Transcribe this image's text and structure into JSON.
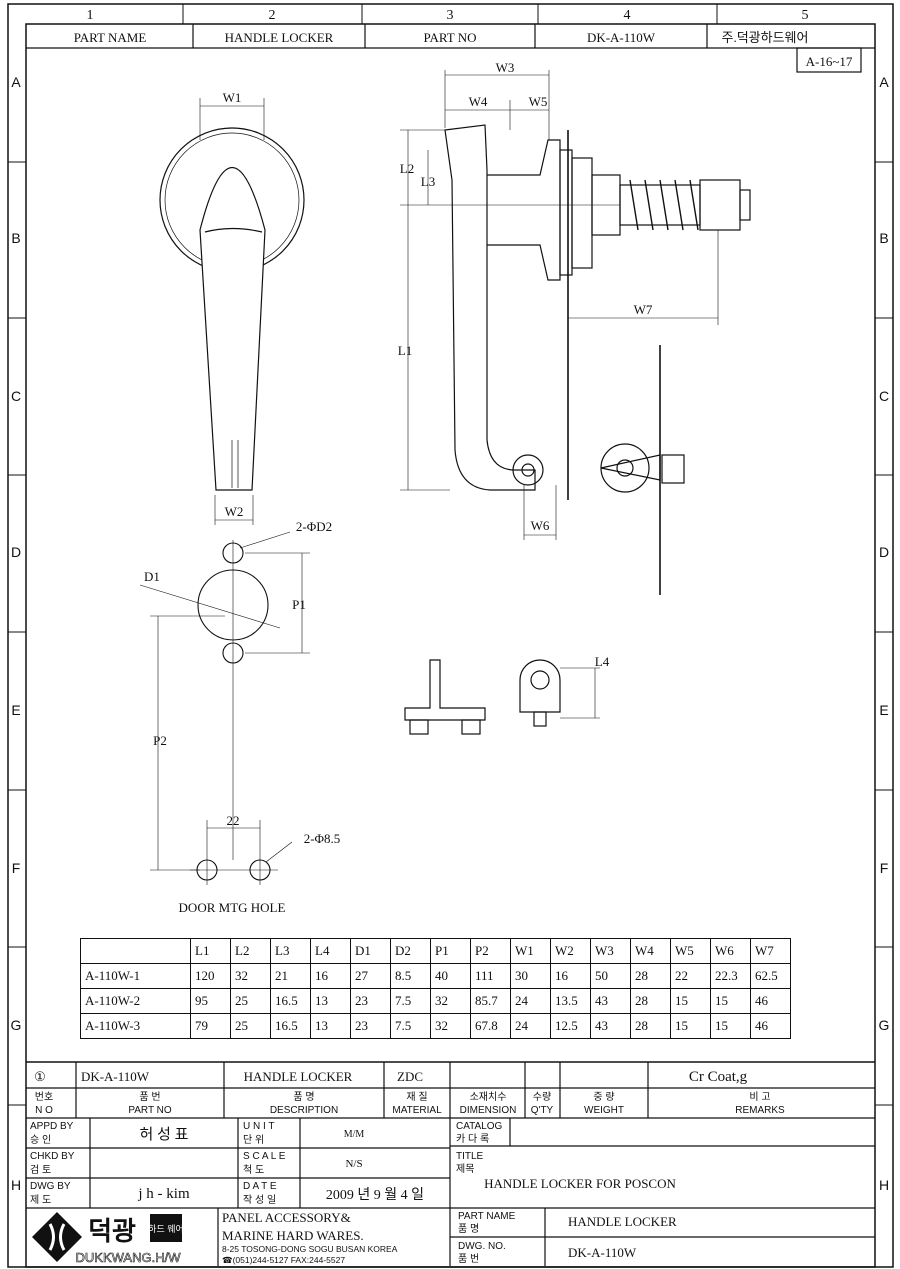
{
  "sheet": {
    "column_numbers": [
      "1",
      "2",
      "3",
      "4",
      "5"
    ],
    "row_letters": [
      "A",
      "B",
      "C",
      "D",
      "E",
      "F",
      "G",
      "H"
    ],
    "header": {
      "part_name_label": "PART NAME",
      "part_name_value": "HANDLE LOCKER",
      "part_no_label": "PART NO",
      "part_no_value": "DK-A-110W",
      "company": "주.덕광하드웨어",
      "catalog_ref": "A-16~17"
    }
  },
  "drawing": {
    "dims": {
      "W1": "W1",
      "W2": "W2",
      "W3": "W3",
      "W4": "W4",
      "W5": "W5",
      "W6": "W6",
      "W7": "W7",
      "L1": "L1",
      "L2": "L2",
      "L3": "L3",
      "L4": "L4",
      "D1": "D1",
      "P1": "P1",
      "P2": "P2",
      "hole_d2": "2-ΦD2",
      "spacing": "22",
      "hole_85": "2-Φ8.5"
    },
    "door_mtg_hole_label": "DOOR MTG HOLE"
  },
  "spec_table": {
    "headers": [
      "",
      "L1",
      "L2",
      "L3",
      "L4",
      "D1",
      "D2",
      "P1",
      "P2",
      "W1",
      "W2",
      "W3",
      "W4",
      "W5",
      "W6",
      "W7"
    ],
    "rows": [
      [
        "A-110W-1",
        "120",
        "32",
        "21",
        "16",
        "27",
        "8.5",
        "40",
        "111",
        "30",
        "16",
        "50",
        "28",
        "22",
        "22.3",
        "62.5"
      ],
      [
        "A-110W-2",
        "95",
        "25",
        "16.5",
        "13",
        "23",
        "7.5",
        "32",
        "85.7",
        "24",
        "13.5",
        "43",
        "28",
        "15",
        "15",
        "46"
      ],
      [
        "A-110W-3",
        "79",
        "25",
        "16.5",
        "13",
        "23",
        "7.5",
        "32",
        "67.8",
        "24",
        "12.5",
        "43",
        "28",
        "15",
        "15",
        "46"
      ]
    ]
  },
  "title_block": {
    "item": {
      "no": "①",
      "part_no": "DK-A-110W",
      "description": "HANDLE LOCKER",
      "material": "ZDC",
      "dimension": "",
      "qty": "",
      "weight": "",
      "remarks": "Cr Coat,g"
    },
    "labels": {
      "no_ko": "번호",
      "no_en": "N O",
      "part_no_ko": "품     번",
      "part_no_en": "PART     NO",
      "desc_ko": "품     명",
      "desc_en": "DESCRIPTION",
      "mat_ko": "재     질",
      "mat_en": "MATERIAL",
      "dim_ko": "소재치수",
      "dim_en": "DIMENSION",
      "qty_ko": "수량",
      "qty_en": "Q'TY",
      "weight_ko": "중     량",
      "weight_en": "WEIGHT",
      "remarks_ko": "비     고",
      "remarks_en": "REMARKS",
      "appd_en": "APPD BY",
      "appd_ko": "승     인",
      "chkd_en": "CHKD BY",
      "chkd_ko": "검     토",
      "dwg_en": "DWG BY",
      "dwg_ko": "제     도",
      "unit_en": "U N I T",
      "unit_ko": "단     위",
      "scale_en": "S C A L E",
      "scale_ko": "척     도",
      "date_en": "D A T E",
      "date_ko": "작 성 일",
      "catalog_en": "CATALOG",
      "catalog_ko": "카 다 록",
      "title_en": "TITLE",
      "title_ko": "제목",
      "pname_en": "PART  NAME",
      "pname_ko": "품     명",
      "dwgno_en": "DWG.    NO.",
      "dwgno_ko": "품     번"
    },
    "approved_by": "허 성 표",
    "checked_by": "",
    "drawn_by": "j h - kim",
    "unit": "M/M",
    "scale": "N/S",
    "date": "2009 년 9 월 4 일",
    "title": "HANDLE LOCKER FOR POSCON",
    "part_name": "HANDLE LOCKER",
    "dwg_no": "DK-A-110W",
    "company": {
      "logo_ko": "덕광",
      "logo_sub": "하드 웨어",
      "logo_en": "DUKKWANG.H/W",
      "line1": "PANEL ACCESSORY&",
      "line2": "MARINE HARD WARES.",
      "address": "8-25 TOSONG-DONG SOGU BUSAN KOREA",
      "phone": "☎(051)244-5127 FAX:244-5527"
    }
  }
}
